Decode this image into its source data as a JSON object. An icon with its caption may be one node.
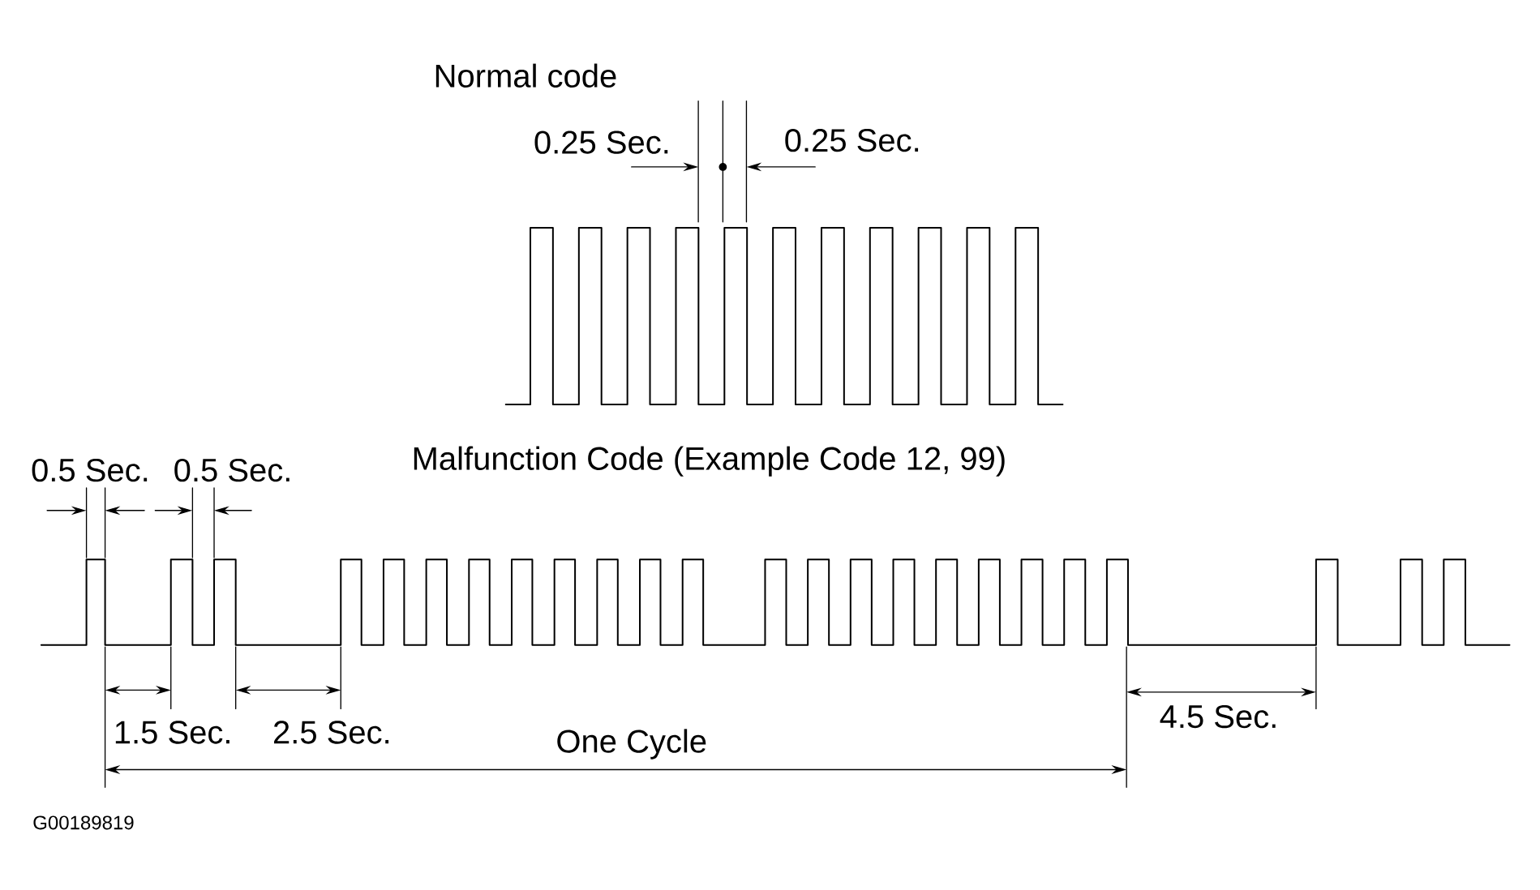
{
  "diagram": {
    "labels": [
      "Normal code",
      "0.25 Sec.",
      "0.25 Sec.",
      "0.5 Sec.",
      "0.5 Sec.",
      "Malfunction Code (Example Code 12, 99)",
      "1.5 Sec.",
      "2.5 Sec.",
      "4.5 Sec.",
      "One Cycle",
      "G00189819"
    ]
  }
}
